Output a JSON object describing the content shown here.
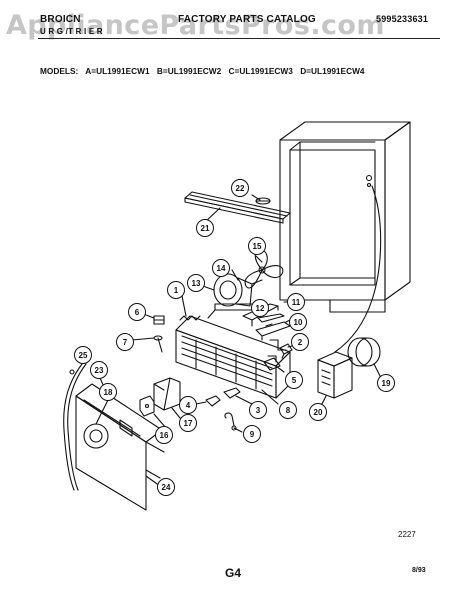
{
  "header": {
    "brand": "BROICN",
    "subtitle": "U R G /T R I E R",
    "catalog": "FACTORY PARTS CATALOG",
    "part_number": "5995233631"
  },
  "watermark": "AppliancePartsPros.com",
  "models": {
    "label": "MODELS:",
    "list": [
      "A=UL1991ECW1",
      "B=UL1991ECW2",
      "C=UL1991ECW3",
      "D=UL1991ECW4"
    ]
  },
  "callouts": [
    "1",
    "2",
    "3",
    "4",
    "5",
    "6",
    "7",
    "8",
    "9",
    "10",
    "11",
    "12",
    "13",
    "14",
    "15",
    "16",
    "17",
    "18",
    "19",
    "20",
    "21",
    "22",
    "23",
    "24",
    "25"
  ],
  "footer": {
    "reference": "2227",
    "page": "G4",
    "date": "8/93"
  }
}
